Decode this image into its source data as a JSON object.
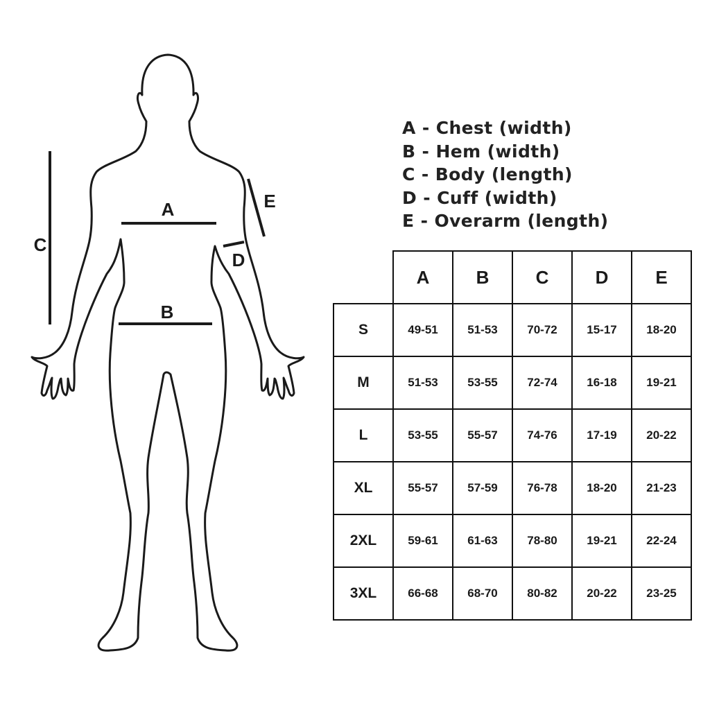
{
  "figure": {
    "markers": {
      "a": "A",
      "b": "B",
      "c": "C",
      "d": "D",
      "e": "E"
    }
  },
  "legend": [
    "A - Chest (width)",
    "B - Hem (width)",
    "C - Body (length)",
    "D - Cuff (width)",
    "E - Overarm (length)"
  ],
  "table": {
    "columns": [
      "A",
      "B",
      "C",
      "D",
      "E"
    ],
    "rows": [
      {
        "size": "S",
        "values": [
          "49-51",
          "51-53",
          "70-72",
          "15-17",
          "18-20"
        ]
      },
      {
        "size": "M",
        "values": [
          "51-53",
          "53-55",
          "72-74",
          "16-18",
          "19-21"
        ]
      },
      {
        "size": "L",
        "values": [
          "53-55",
          "55-57",
          "74-76",
          "17-19",
          "20-22"
        ]
      },
      {
        "size": "XL",
        "values": [
          "55-57",
          "57-59",
          "76-78",
          "18-20",
          "21-23"
        ]
      },
      {
        "size": "2XL",
        "values": [
          "59-61",
          "61-63",
          "78-80",
          "19-21",
          "22-24"
        ]
      },
      {
        "size": "3XL",
        "values": [
          "66-68",
          "68-70",
          "80-82",
          "20-22",
          "23-25"
        ]
      }
    ]
  }
}
